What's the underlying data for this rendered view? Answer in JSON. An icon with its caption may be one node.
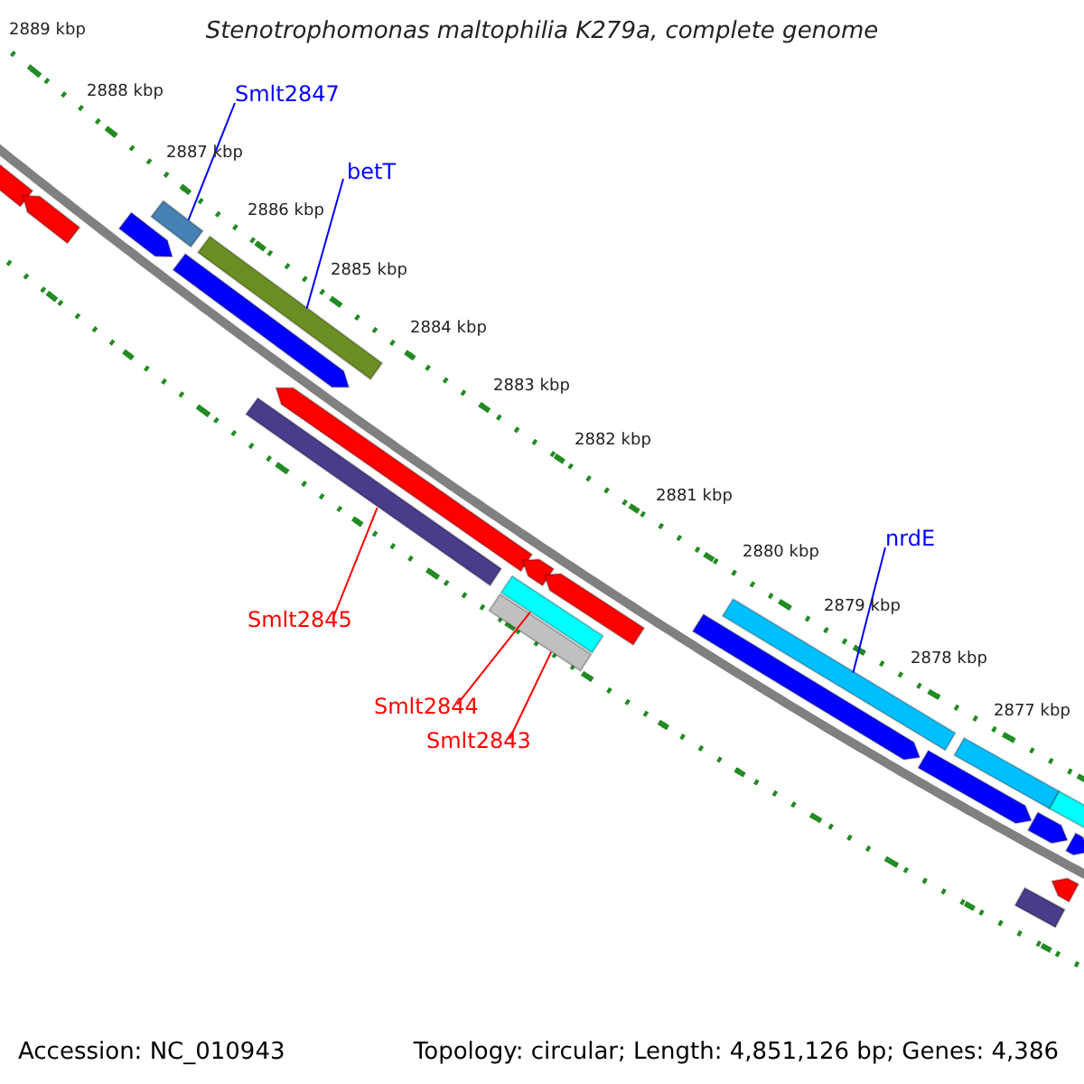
{
  "diagram": {
    "title": "Stenotrophomonas maltophilia K279a, complete genome",
    "nodes": [
      {
        "text": [
          "Smlt2847"
        ]
      },
      {
        "text": [],
        "shape": "bar"
      },
      {
        "text": [
          "betT"
        ]
      },
      {
        "text": [],
        "shape": "bar"
      },
      {
        "text": [
          "Smlt2845"
        ]
      },
      {
        "text": [],
        "shape": "bar"
      },
      {
        "text": [
          "Smlt2844"
        ]
      },
      {
        "text": [],
        "shape": "bar"
      },
      {
        "text": [
          "Smlt2843"
        ]
      },
      {
        "text": [],
        "shape": "bar"
      },
      {
        "text": [
          "nrdE"
        ]
      },
      {
        "text": [],
        "shape": "bar"
      },
      {
        "text": [],
        "shape": "bar"
      },
      {
        "text": [],
        "shape": "bar"
      },
      {
        "text": [],
        "shape": "bar"
      },
      {
        "text": [],
        "shape": "bar"
      },
      {
        "text": [],
        "shape": "bar"
      },
      {
        "text": [],
        "shape": "bar"
      },
      {
        "text": [],
        "shape": "bar"
      },
      {
        "text": [],
        "shape": "bar"
      },
      {
        "text": [],
        "shape": "bar"
      },
      {
        "text": [],
        "shape": "bar"
      },
      {
        "text": [],
        "shape": "bar"
      },
      {
        "text": [],
        "shape": "bar"
      },
      {
        "text": [],
        "shape": "bar"
      },
      {
        "text": [],
        "shape": "bar"
      },
      {
        "text": [],
        "shape": "bar"
      }
    ],
    "edges": [
      {
        "from": 0,
        "to": 1,
        "arrow": "none"
      },
      {
        "from": 2,
        "to": 3,
        "arrow": "none"
      },
      {
        "from": 4,
        "to": 5,
        "arrow": "none",
        "color": "#ff0000"
      },
      {
        "from": 6,
        "to": 7,
        "arrow": "none",
        "color": "#ff0000"
      },
      {
        "from": 8,
        "to": 9,
        "arrow": "none",
        "color": "#ff0000"
      },
      {
        "from": 10,
        "to": 11,
        "arrow": "none"
      }
    ],
    "labels": [
      "2889 kbp",
      "2888 kbp",
      "2887 kbp",
      "2886 kbp",
      "2885 kbp",
      "2884 kbp",
      "2883 kbp",
      "2882 kbp",
      "2881 kbp",
      "2880 kbp",
      "2879 kbp",
      "2878 kbp",
      "2877 kbp",
      "Accession: NC_010943",
      "Topology: circular; Length: 4,851,126 bp; Genes: 4,386"
    ]
  }
}
